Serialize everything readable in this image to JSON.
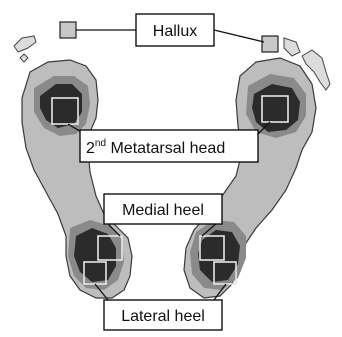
{
  "labels": {
    "hallux": "Hallux",
    "metatarsal_sup": "nd",
    "metatarsal_prefix": "2",
    "metatarsal_rest": " Metatarsal head",
    "medial_heel": "Medial heel",
    "lateral_heel": "Lateral heel"
  },
  "colors": {
    "dark_region": "#2b2b2b",
    "mid_region": "#8a8a8a",
    "outer_region": "#bdbdbd"
  }
}
